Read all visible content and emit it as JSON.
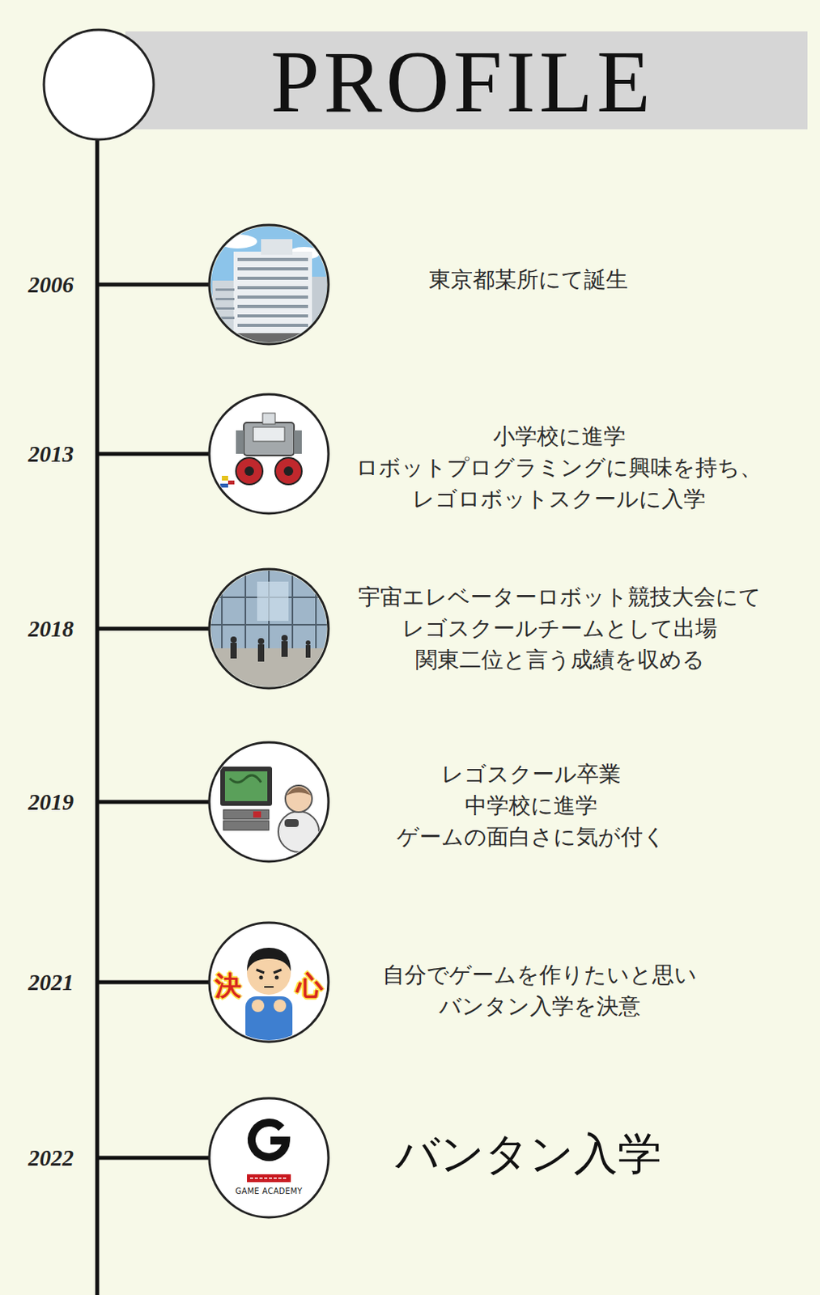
{
  "diagram": {
    "title": "PROFILE",
    "labels": [
      "2006",
      "東京都某所にて誕生",
      "2013",
      "小学校に進学 ロボットプログラミングに興味を持ち、 レゴロボットスクールに入学",
      "2018",
      "宇宙エレベーターロボット競技大会にて レゴスクールチームとして出場 関東二位と言う成績を収める",
      "2019",
      "レゴスクール卒業 中学校に進学 ゲームの面白さに気が付く",
      "2021",
      "決",
      "心",
      "自分でゲームを作りたいと思い バンタン入学を決意",
      "2022",
      "GAME ACADEMY",
      "バンタン入学"
    ]
  }
}
